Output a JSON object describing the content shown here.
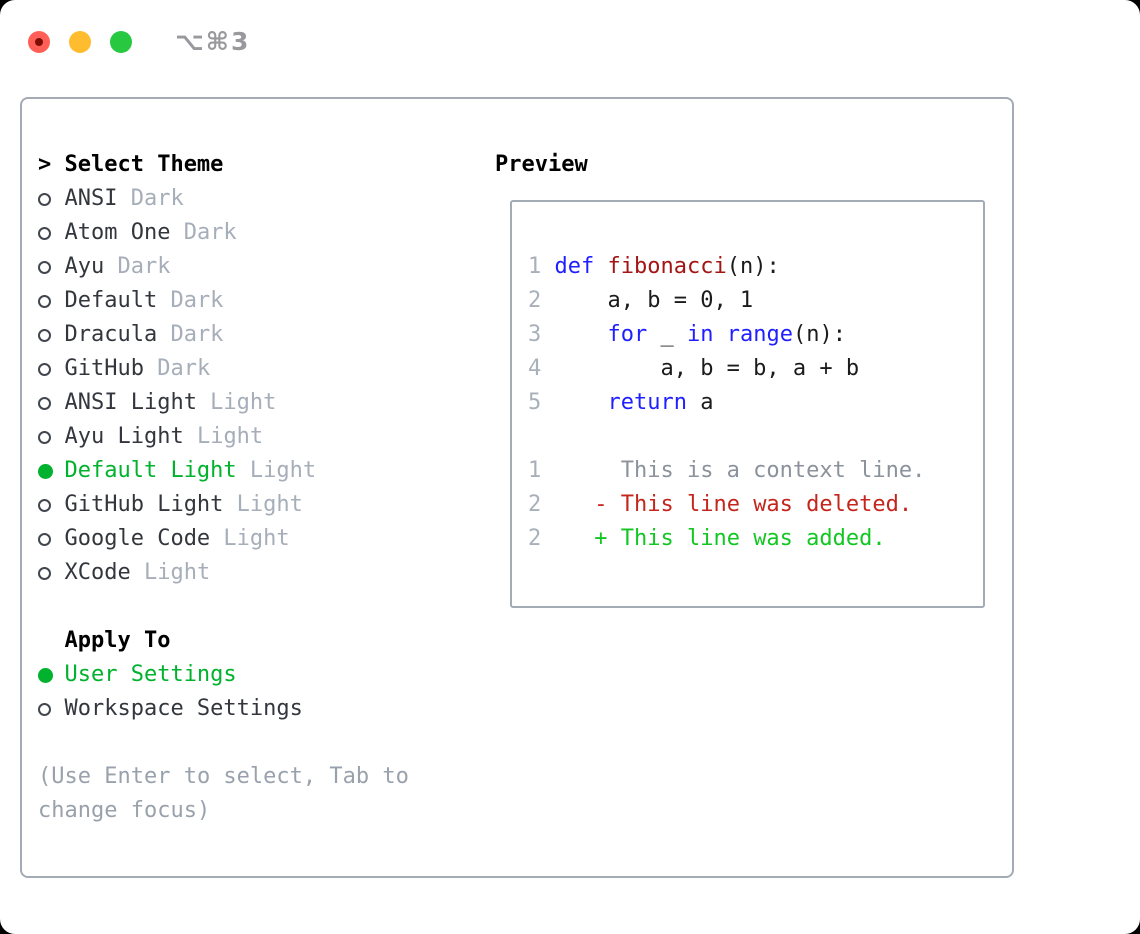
{
  "window": {
    "shortcut": "⌥⌘3",
    "traffic_lights": [
      "close",
      "minimize",
      "zoom"
    ]
  },
  "theme_selector": {
    "cursor": ">",
    "title": "Select Theme",
    "items": [
      {
        "name": "ANSI",
        "variant": "Dark",
        "selected": false
      },
      {
        "name": "Atom One",
        "variant": "Dark",
        "selected": false
      },
      {
        "name": "Ayu",
        "variant": "Dark",
        "selected": false
      },
      {
        "name": "Default",
        "variant": "Dark",
        "selected": false
      },
      {
        "name": "Dracula",
        "variant": "Dark",
        "selected": false
      },
      {
        "name": "GitHub",
        "variant": "Dark",
        "selected": false
      },
      {
        "name": "ANSI Light",
        "variant": "Light",
        "selected": false
      },
      {
        "name": "Ayu Light",
        "variant": "Light",
        "selected": false
      },
      {
        "name": "Default Light",
        "variant": "Light",
        "selected": true
      },
      {
        "name": "GitHub Light",
        "variant": "Light",
        "selected": false
      },
      {
        "name": "Google Code",
        "variant": "Light",
        "selected": false
      },
      {
        "name": "XCode",
        "variant": "Light",
        "selected": false
      }
    ],
    "apply_to": {
      "title": "Apply To",
      "options": [
        {
          "name": "User Settings",
          "selected": true
        },
        {
          "name": "Workspace Settings",
          "selected": false
        }
      ]
    },
    "hint_lines": [
      "(Use Enter to select, Tab to",
      "change focus)"
    ]
  },
  "preview": {
    "title": "Preview",
    "code_lines": [
      {
        "segments": [
          [
            "1 ",
            "ln"
          ],
          [
            "def",
            "kw"
          ],
          [
            " ",
            "pl"
          ],
          [
            "fibonacci",
            "fn"
          ],
          [
            "(n):",
            "pl"
          ]
        ]
      },
      {
        "segments": [
          [
            "2 ",
            "ln"
          ],
          [
            "    a, b = 0, 1",
            "pl"
          ]
        ]
      },
      {
        "segments": [
          [
            "3 ",
            "ln"
          ],
          [
            "    ",
            "pl"
          ],
          [
            "for",
            "kw"
          ],
          [
            " _ ",
            "pl"
          ],
          [
            "in",
            "kw"
          ],
          [
            " ",
            "pl"
          ],
          [
            "range",
            "kw"
          ],
          [
            "(n):",
            "pl"
          ]
        ]
      },
      {
        "segments": [
          [
            "4 ",
            "ln"
          ],
          [
            "        a, b = b, a + b",
            "pl"
          ]
        ]
      },
      {
        "segments": [
          [
            "5 ",
            "ln"
          ],
          [
            "    ",
            "pl"
          ],
          [
            "return",
            "kw"
          ],
          [
            " a",
            "pl"
          ]
        ]
      },
      {
        "segments": []
      },
      {
        "segments": [
          [
            "1 ",
            "ln"
          ],
          [
            "     This is a context line.",
            "ctx"
          ]
        ]
      },
      {
        "segments": [
          [
            "2 ",
            "ln"
          ],
          [
            "   ",
            "pl"
          ],
          [
            "- This line was deleted.",
            "del"
          ]
        ]
      },
      {
        "segments": [
          [
            "2 ",
            "ln"
          ],
          [
            "   ",
            "pl"
          ],
          [
            "+ This line was added.",
            "add"
          ]
        ]
      }
    ]
  },
  "colors": {
    "accent_green": "#00b22d",
    "added_green": "#13c723",
    "deleted_red": "#c4261d",
    "keyword_blue": "#1f1fff",
    "function_red": "#a31515",
    "traffic_red": "#ff5f57",
    "traffic_yellow": "#febc2e",
    "traffic_green": "#28c840"
  }
}
